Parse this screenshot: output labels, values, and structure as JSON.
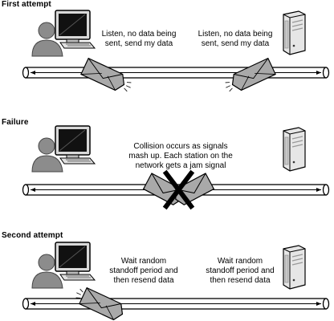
{
  "panels": [
    {
      "title": "First attempt",
      "left_caption": [
        "Listen, no data being",
        "sent, send my data"
      ],
      "right_caption": [
        "Listen, no data being",
        "sent, send my data"
      ],
      "icons": [
        "user-at-computer-icon",
        "server-icon",
        "envelope-icon",
        "envelope-icon"
      ]
    },
    {
      "title": "Failure",
      "center_caption": [
        "Collision occurs as signals",
        "mash up. Each station on the",
        "network gets a jam signal"
      ],
      "icons": [
        "user-at-computer-icon",
        "server-icon",
        "envelope-icon",
        "envelope-icon",
        "collision-x-icon"
      ]
    },
    {
      "title": "Second attempt",
      "left_caption": [
        "Wait random",
        "standoff period and",
        "then resend data"
      ],
      "right_caption": [
        "Wait random",
        "standoff period and",
        "then resend data"
      ],
      "icons": [
        "user-at-computer-icon",
        "server-icon",
        "envelope-icon"
      ]
    }
  ],
  "colors": {
    "ink": "#000000",
    "envelope_fill": "#a9a9a9",
    "envelope_shadow": "#6e6e6e",
    "pipe_fill": "#ffffff",
    "person_fill": "#8c8c8c",
    "server_fill": "#e6e6e6"
  }
}
